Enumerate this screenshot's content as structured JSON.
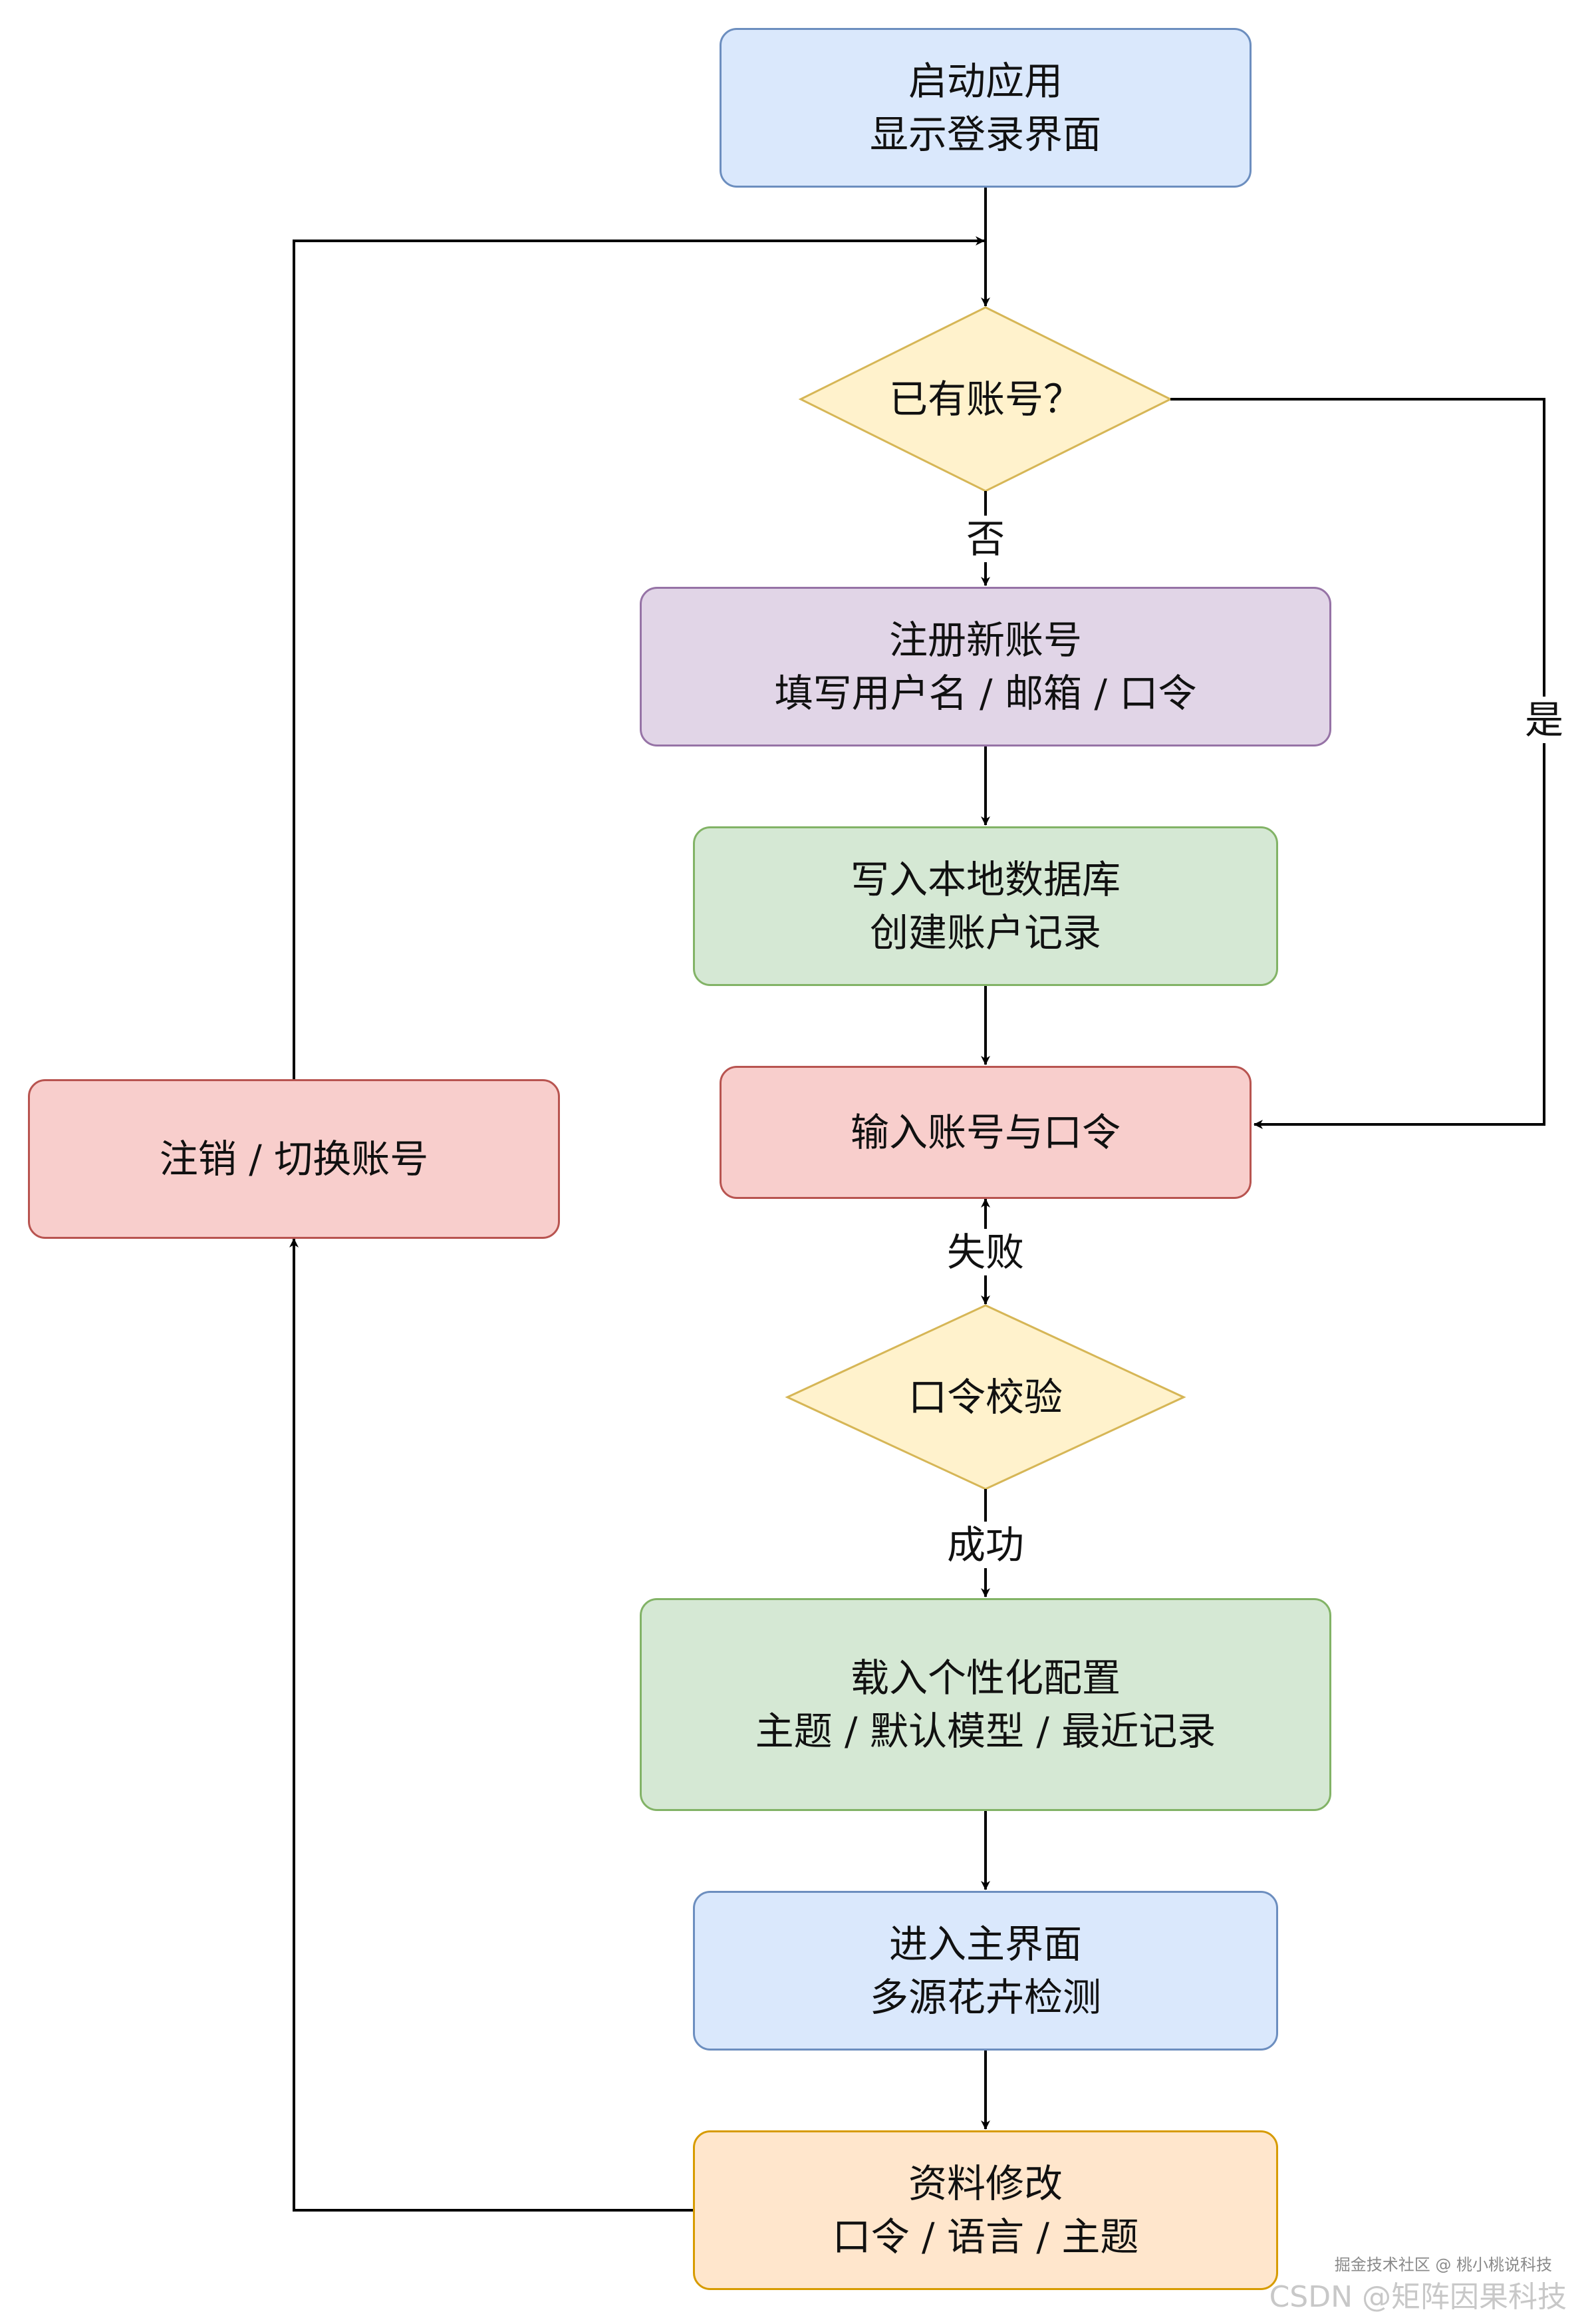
{
  "nodes": {
    "start": [
      "启动应用",
      "显示登录界面"
    ],
    "has_account": "已有账号？",
    "register": [
      "注册新账号",
      "填写用户名  /  邮箱  /  口令"
    ],
    "write_db": [
      "写入本地数据库",
      "创建账户记录"
    ],
    "input": "输入账号与口令",
    "verify": "口令校验",
    "load": [
      "载入个性化配置",
      "主题  /  默认模型  /  最近记录"
    ],
    "main": [
      "进入主界面",
      "多源花卉检测"
    ],
    "profile": [
      "资料修改",
      "口令  /  语言  /  主题"
    ],
    "logout": "注销  /  切换账号"
  },
  "edges": {
    "no": "否",
    "yes": "是",
    "fail": "失败",
    "success": "成功"
  },
  "watermark": {
    "line1": "掘金技术社区 @ 桃小桃说科技",
    "line2": "CSDN @矩阵因果科技"
  },
  "colors": {
    "blue": "#dae8fc",
    "purple": "#e1d5e7",
    "green": "#d5e8d4",
    "red": "#f8cecc",
    "orange": "#ffe6cc",
    "yellow": "#fff2cc"
  }
}
